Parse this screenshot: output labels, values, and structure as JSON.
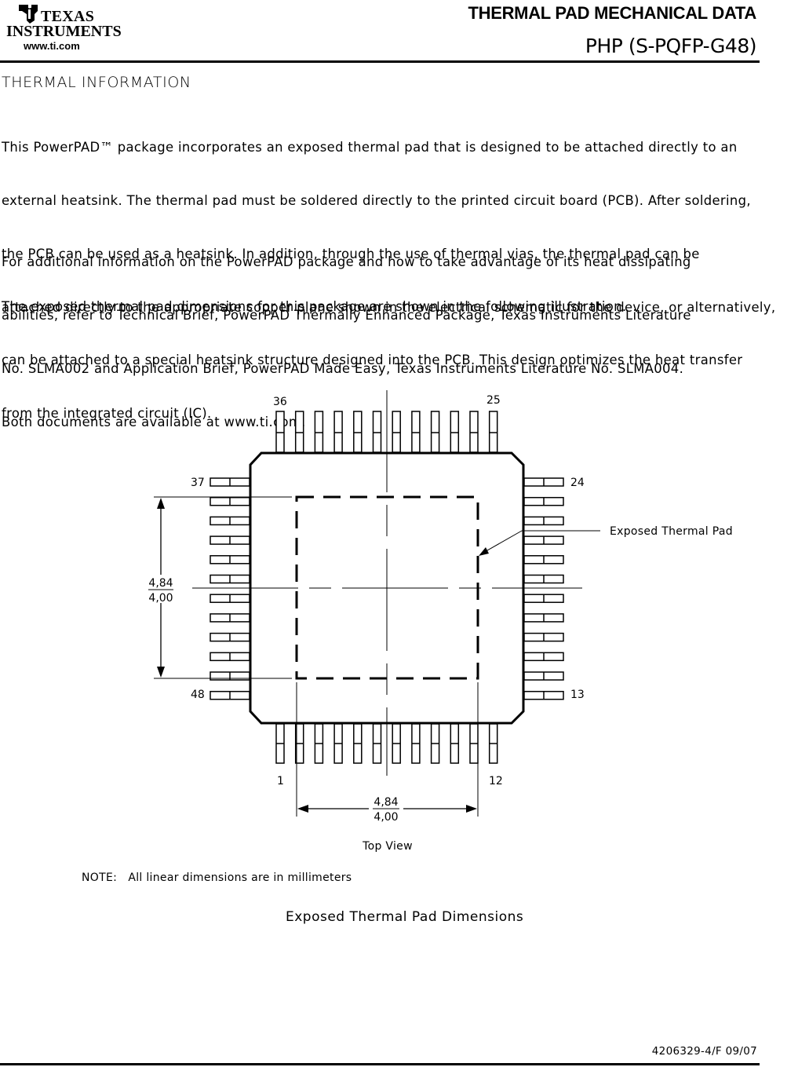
{
  "header": {
    "company_line1": "TEXAS",
    "company_line2": "INSTRUMENTS",
    "website": "www.ti.com",
    "title": "THERMAL PAD MECHANICAL DATA",
    "package": "PHP (S-PQFP-G48)"
  },
  "section_title": "THERMAL INFORMATION",
  "paragraphs": {
    "p1_lines": [
      "This PowerPAD™ package incorporates an exposed thermal pad that is designed to be attached directly to an",
      "external heatsink. The thermal pad must be soldered directly to the printed circuit board (PCB). After soldering,",
      "the PCB can be used as a heatsink. In addition, through the use of thermal vias, the thermal pad can be",
      "attached directly to the appropriate copper plane shown in the electrical schematic for the device, or alternatively,",
      "can be attached to a special heatsink structure designed into the PCB. This design optimizes the heat transfer",
      "from the integrated circuit (IC)."
    ],
    "p2_lines": [
      "For additional information on the PowerPAD package and how to take advantage of its heat dissipating",
      "abilities, refer to Technical Brief, PowerPAD Thermally Enhanced Package, Texas Instruments Literature",
      "No. SLMA002 and Application Brief, PowerPAD Made Easy, Texas Instruments Literature No. SLMA004.",
      "Both documents are available at www.ti.com."
    ],
    "p3": "The exposed thermal pad dimensions for this package are shown in the following illustration."
  },
  "diagram": {
    "pin_labels": {
      "top_left": "36",
      "top_right": "25",
      "left_top": "37",
      "left_bottom": "48",
      "right_top": "24",
      "right_bottom": "13",
      "bottom_left": "1",
      "bottom_right": "12"
    },
    "callout": "Exposed Thermal Pad",
    "dim_vertical_max": "4,84",
    "dim_vertical_min": "4,00",
    "dim_horizontal_max": "4,84",
    "dim_horizontal_min": "4,00",
    "view_label": "Top View"
  },
  "note": "NOTE:   All linear dimensions are in millimeters",
  "figure_caption": "Exposed Thermal Pad Dimensions",
  "footer_code": "4206329-4/F   09/07"
}
